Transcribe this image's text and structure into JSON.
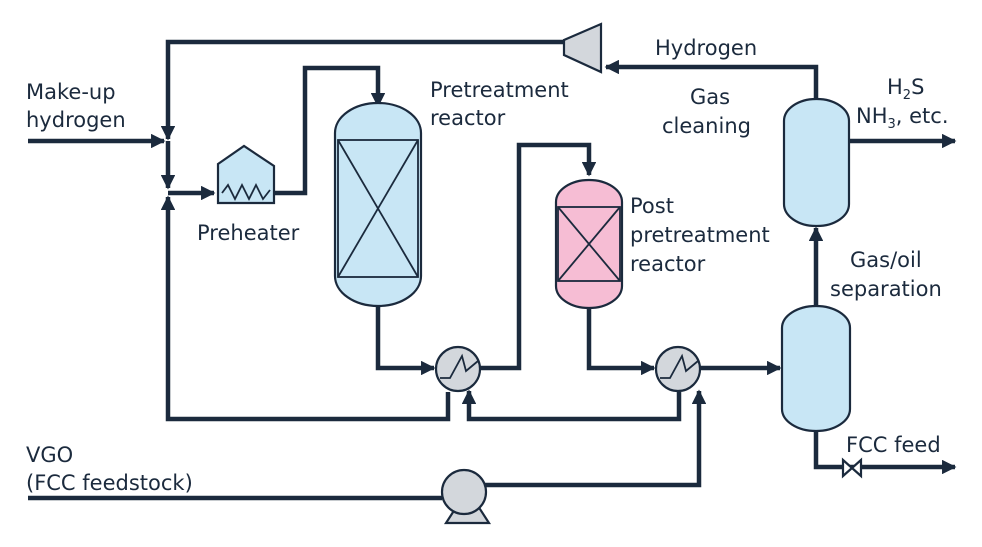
{
  "colors": {
    "line": "#1b2a3d",
    "vessel_fill": "#c8e6f5",
    "post_reactor_fill": "#f6bdd4",
    "equipment_fill": "#d3d7dc"
  },
  "labels": {
    "makeup_line1": "Make-up",
    "makeup_line2": "hydrogen",
    "preheater": "Preheater",
    "pretreatment_line1": "Pretreatment",
    "pretreatment_line2": "reactor",
    "post_line1": "Post",
    "post_line2": "pretreatment",
    "post_line3": "reactor",
    "hydrogen": "Hydrogen",
    "gas_cleaning_line1": "Gas",
    "gas_cleaning_line2": "cleaning",
    "h2s": {
      "pre": "H",
      "sub": "2",
      "post": "S"
    },
    "nh3": {
      "pre": "NH",
      "sub": "3",
      "post": ", etc."
    },
    "gasoil_line1": "Gas/oil",
    "gasoil_line2": "separation",
    "fcc_feed": "FCC feed",
    "vgo_line1": "VGO",
    "vgo_line2": "(FCC feedstock)"
  },
  "icons": [
    "compressor-icon",
    "preheater-icon",
    "heat-exchanger-icon",
    "pump-icon",
    "valve-icon"
  ]
}
